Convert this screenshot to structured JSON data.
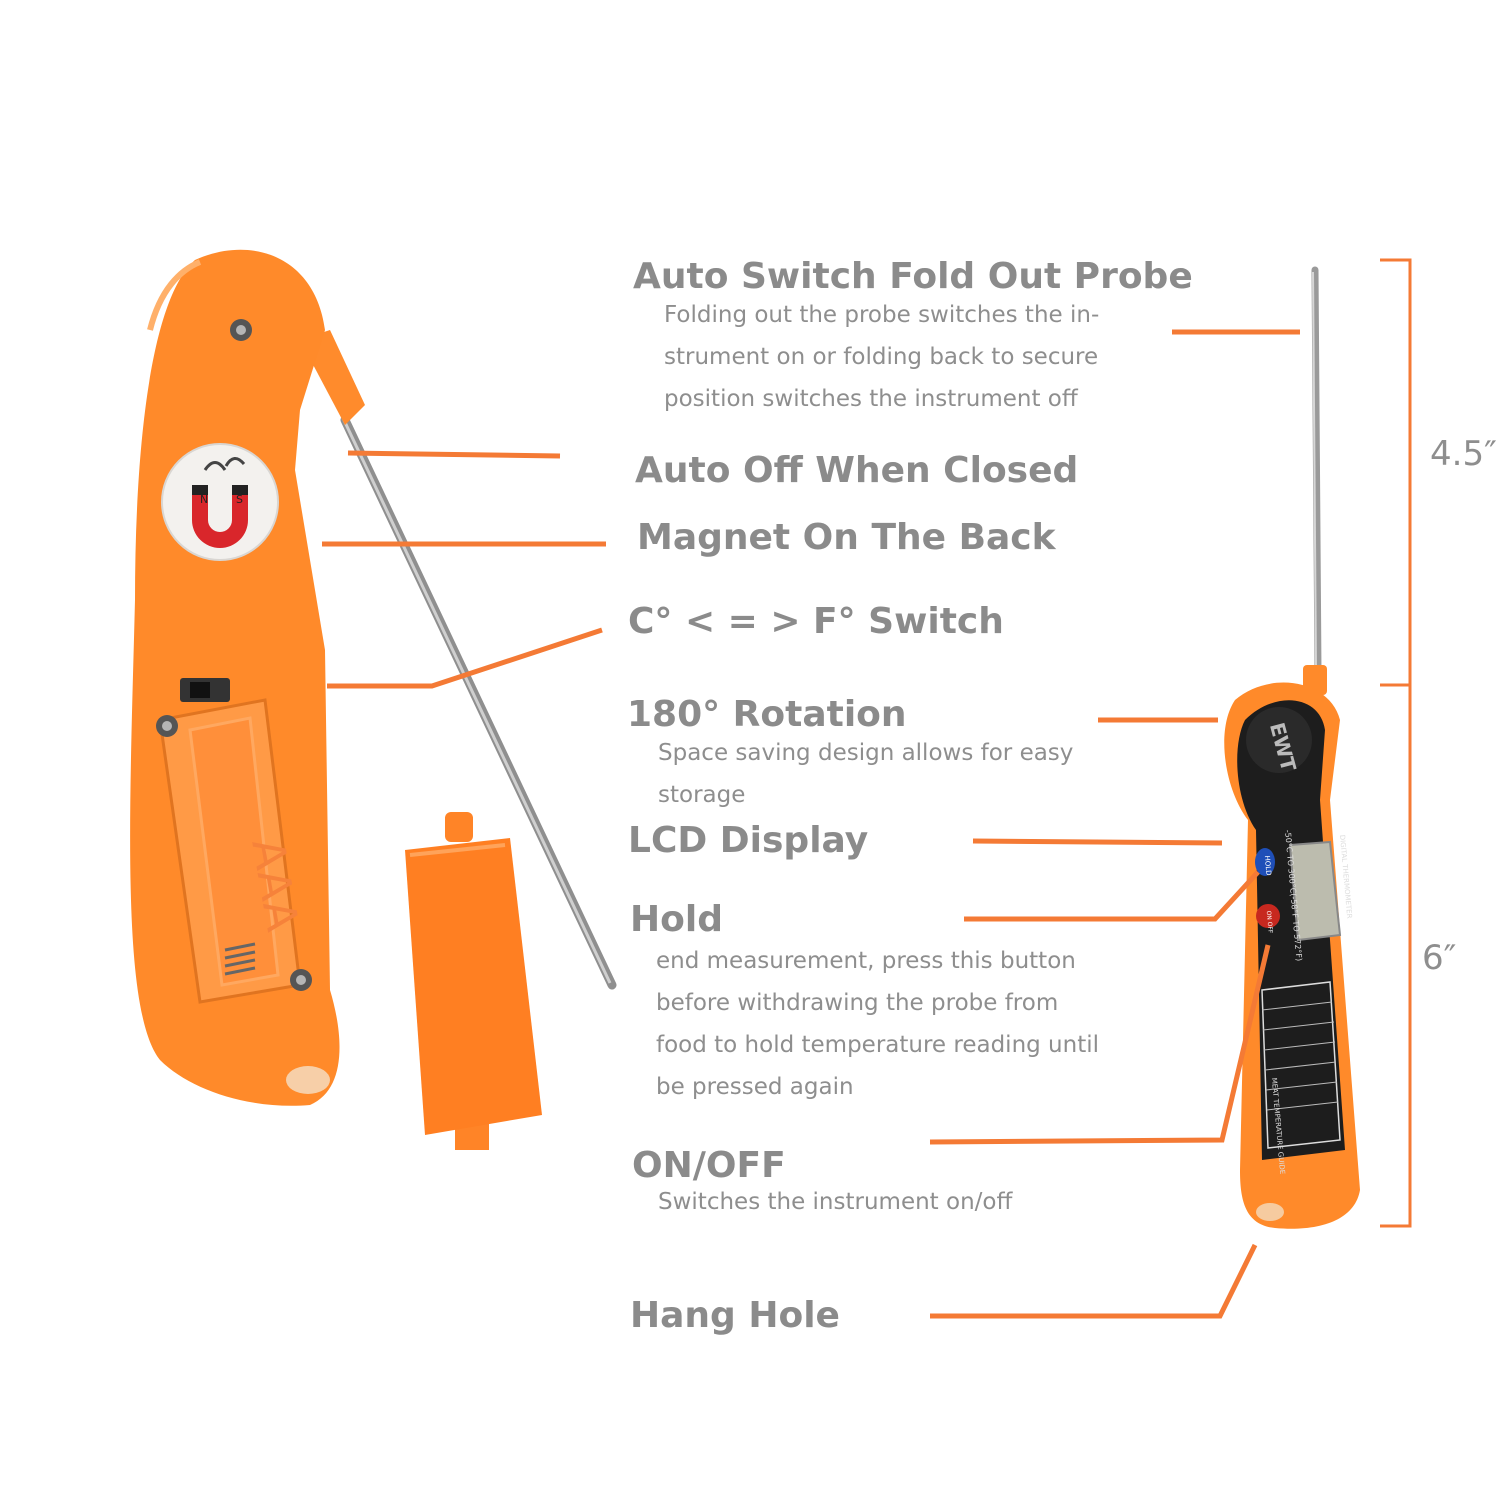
{
  "features": {
    "probe": {
      "title": "Auto Switch Fold Out Probe",
      "desc_lines": [
        "Folding out the probe switches the in-",
        "strument on or folding back to secure",
        "position switches the instrument off"
      ]
    },
    "auto_off": {
      "title": "Auto Off When Closed"
    },
    "magnet": {
      "title": "Magnet On The Back"
    },
    "switch": {
      "title": "C° < = > F° Switch"
    },
    "rotation": {
      "title": "180° Rotation",
      "desc_lines": [
        "Space saving design allows for easy",
        "storage"
      ]
    },
    "lcd": {
      "title": "LCD Display"
    },
    "hold": {
      "title": "Hold",
      "desc_lines": [
        "end measurement, press this button",
        "before withdrawing the probe from",
        "food to hold temperature reading until",
        "be pressed again"
      ]
    },
    "onoff": {
      "title": "ON/OFF",
      "desc_lines": [
        "Switches the instrument on/off"
      ]
    },
    "hang": {
      "title": "Hang Hole"
    }
  },
  "dimensions": {
    "probe_length": "4.5″",
    "body_length": "6″"
  },
  "device": {
    "brand": "EWT",
    "battery_label": "AAA",
    "magnet_n": "N",
    "magnet_s": "S",
    "hold_button": "HOLD",
    "on_off_button": "ON OFF",
    "range_text": "-50°C TO 300°C(-58°F TO 572°F)",
    "model_text": "DIGITAL THERMOMETER",
    "guide_text": "MEAT TEMPERATURE GUIDE"
  },
  "colors": {
    "orange": "#ff8a2a",
    "callout_line": "#f47a35",
    "text_gray": "#8b8b8b",
    "probe_steel": "#9a9a9a"
  }
}
